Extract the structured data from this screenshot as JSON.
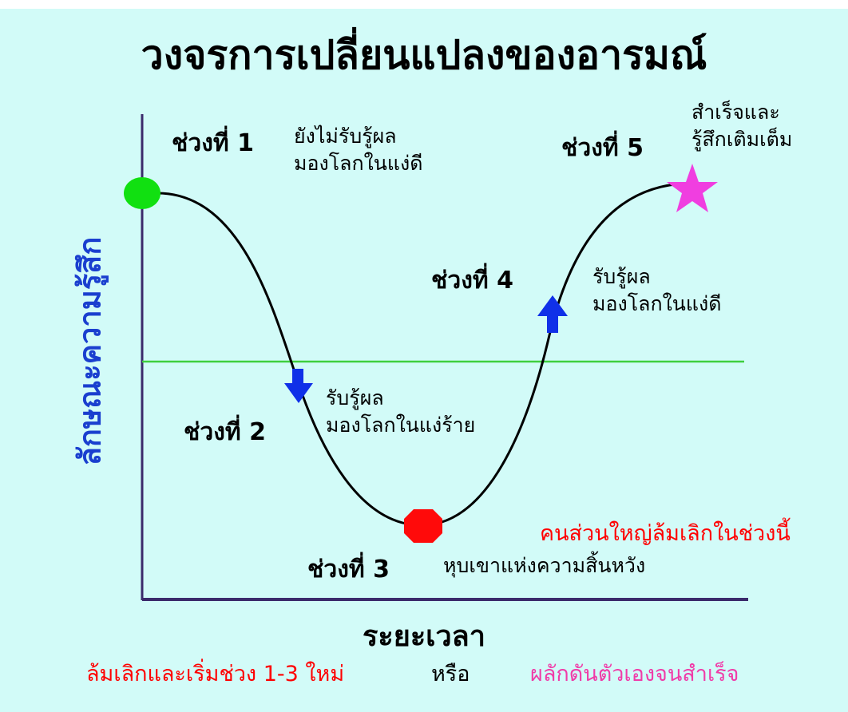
{
  "title": "วงจรการเปลี่ยนแปลงของอารมณ์",
  "y_axis_label": "ลักษณะความรู้สึก",
  "x_axis_label": "ระยะเวลา",
  "phases": [
    {
      "label": "ช่วงที่ 1",
      "lines": [
        "ยังไม่รับรู้ผล",
        "มองโลกในแง่ดี"
      ]
    },
    {
      "label": "ช่วงที่ 2",
      "lines": [
        "รับรู้ผล",
        "มองโลกในแง่ร้าย"
      ]
    },
    {
      "label": "ช่วงที่ 3",
      "lines": [
        "หุบเขาแห่งความสิ้นหวัง"
      ]
    },
    {
      "label": "ช่วงที่ 4",
      "lines": [
        "รับรู้ผล",
        "มองโลกในแง่ดี"
      ]
    },
    {
      "label": "ช่วงที่ 5",
      "lines": [
        "สำเร็จและ",
        "รู้สึกเติมเต็ม"
      ]
    }
  ],
  "note": "คนส่วนใหญ่ล้มเลิกในช่วงนี้",
  "footer": {
    "option_a": "ล้มเลิกและเริ่มช่วง 1-3 ใหม่",
    "or": "หรือ",
    "option_b": "ผลักดันตัวเองจนสำเร็จ"
  },
  "colors": {
    "background": "#d2fbf8",
    "axis": "#3b2a6b",
    "baseline": "#3fcf3f",
    "start": "#11e011",
    "low": "#ff0a0a",
    "goal": "#f03ee0",
    "arrow": "#1030e8",
    "red_text": "#ff0000",
    "pink_text": "#f03ca8"
  }
}
